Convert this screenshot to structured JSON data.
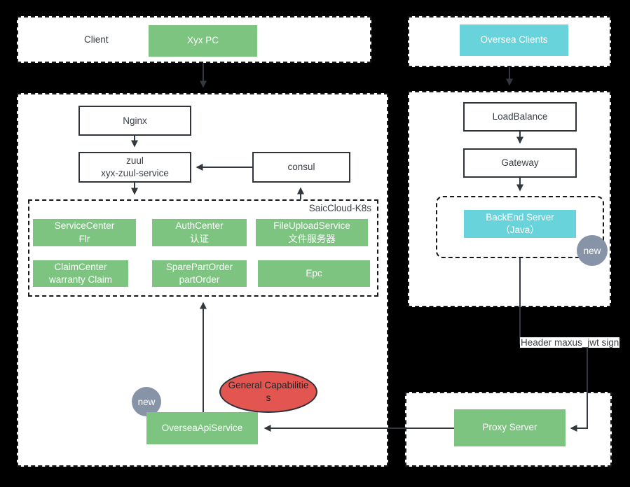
{
  "colors": {
    "background": "#000000",
    "container_fill": "#ffffff",
    "node_green": "#7dc480",
    "node_cyan": "#68d3da",
    "ellipse_red": "#e25551",
    "badge_gray": "#8793a6",
    "line_dark": "#33383e",
    "text_dark": "#3a3f45",
    "text_light": "#ffffff"
  },
  "client_section": {
    "label": "Client",
    "node": "Xyx PC"
  },
  "oversea_section": {
    "node": "Oversea Clients"
  },
  "left_main": {
    "nginx": "Nginx",
    "zuul_line1": "zuul",
    "zuul_line2": "xyx-zuul-service",
    "consul": "consul",
    "k8s_label": "SaicCloud-K8s",
    "services": [
      {
        "line1": "ServiceCenter",
        "line2": "Flr"
      },
      {
        "line1": "AuthCenter",
        "line2": "认证"
      },
      {
        "line1": "FileUploadService",
        "line2": "文件服务器"
      },
      {
        "line1": "ClaimCenter",
        "line2": "warranty Claim"
      },
      {
        "line1": "SparePartOrder",
        "line2": "partOrder"
      },
      {
        "line1": "Epc",
        "line2": ""
      }
    ],
    "general_capabilities_lines": [
      "General Capabilitie",
      "s"
    ],
    "new_badge": "new",
    "oversea_api_service": "OverseaApiService"
  },
  "right_main": {
    "loadbalance": "LoadBalance",
    "gateway": "Gateway",
    "backend_line1": "BackEnd Server",
    "backend_line2": "（Java）",
    "new_badge": "new"
  },
  "connections": {
    "header_label": "Header maxus_jwt sign"
  },
  "proxy_section": {
    "node": "Proxy Server"
  }
}
